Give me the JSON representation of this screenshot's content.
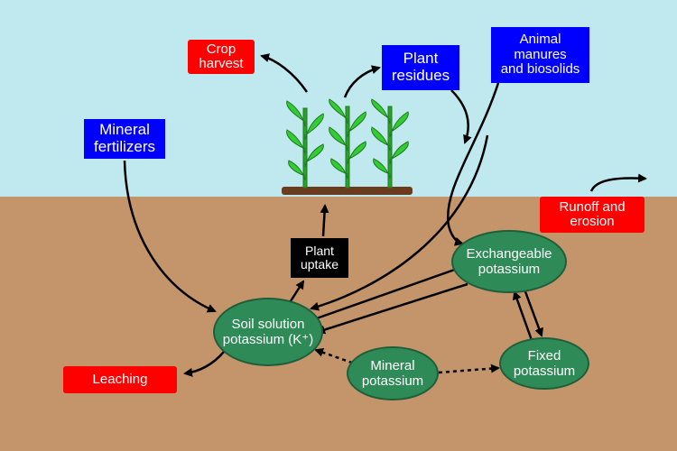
{
  "sources": {
    "mineral_fertilizers": "Mineral\nfertilizers",
    "plant_residues": "Plant\nresidues",
    "animal_manures": "Animal\nmanures\nand biosolids"
  },
  "losses": {
    "crop_harvest": "Crop\nharvest",
    "runoff": "Runoff and\nerosion",
    "leaching": "Leaching"
  },
  "process": {
    "plant_uptake": "Plant\nuptake"
  },
  "pools": {
    "soil_solution": "Soil solution\npotassium (K⁺)",
    "exchangeable": "Exchangeable\npotassium",
    "fixed": "Fixed\npotassium",
    "mineral": "Mineral\npotassium"
  },
  "colors": {
    "sky": "#bfe9ef",
    "soil": "#c4956a",
    "source_box": "#0000ff",
    "loss_box": "#ff0000",
    "pool_oval": "#2e8b57"
  }
}
